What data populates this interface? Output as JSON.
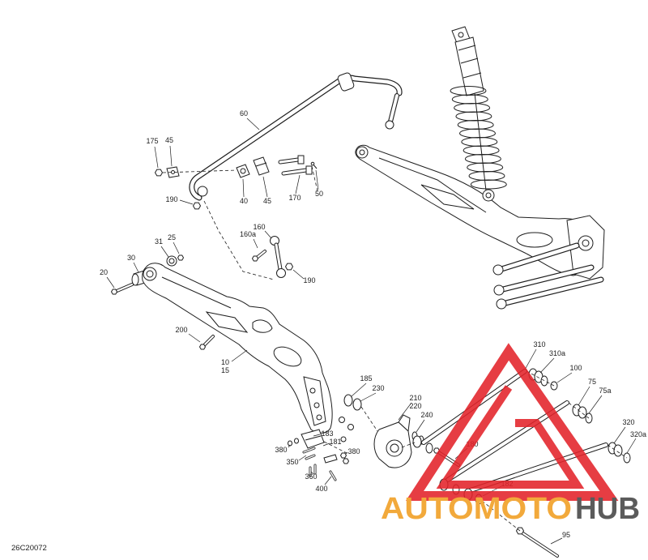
{
  "figure_code": "26C20072",
  "callouts": [
    "60",
    "175",
    "45",
    "40",
    "45",
    "170",
    "50",
    "190",
    "160",
    "160a",
    "31",
    "25",
    "30",
    "20",
    "190",
    "200",
    "10",
    "15",
    "185",
    "230",
    "210",
    "220",
    "240",
    "183",
    "380",
    "181",
    "350",
    "380",
    "360",
    "400",
    "310",
    "310a",
    "100",
    "75",
    "75a",
    "320",
    "320a",
    "180",
    "182",
    "95"
  ],
  "watermark": {
    "brand_left": "AUTOMOTO",
    "brand_right": "HUB",
    "colors": {
      "triangle": "#e3232a",
      "left_text": "#f2a93b",
      "right_text": "#5b5b5b"
    }
  },
  "colors": {
    "line": "#1e1e1e",
    "background": "#ffffff"
  }
}
